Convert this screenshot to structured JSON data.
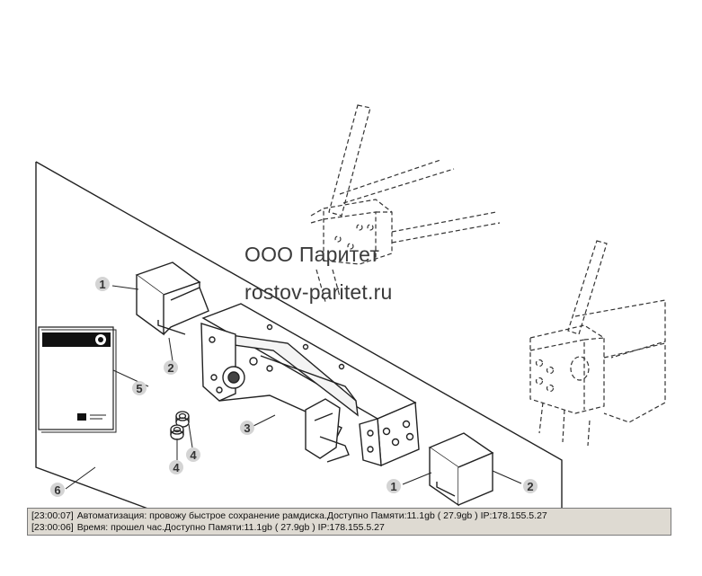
{
  "watermark": {
    "line1": "ООО Паритет",
    "line2": "rostov-paritet.ru"
  },
  "callouts": [
    {
      "label": "1"
    },
    {
      "label": "2"
    },
    {
      "label": "3"
    },
    {
      "label": "4"
    },
    {
      "label": "4"
    },
    {
      "label": "5"
    },
    {
      "label": "6"
    },
    {
      "label": "1"
    },
    {
      "label": "2"
    }
  ],
  "log": [
    {
      "time": "[23:00:07]",
      "text": "Автоматизация: провожу быстрое сохранение рамдиска.Доступно Памяти:11.1gb  ( 27.9gb ) IP:178.155.5.27"
    },
    {
      "time": "[23:00:06]",
      "text": "Время: прошел час.Доступно Памяти:11.1gb  ( 27.9gb ) IP:178.155.5.27"
    }
  ],
  "colors": {
    "line": "#222222",
    "callout_fill": "#d4d4d4",
    "panel_bg": "#dedad2"
  }
}
